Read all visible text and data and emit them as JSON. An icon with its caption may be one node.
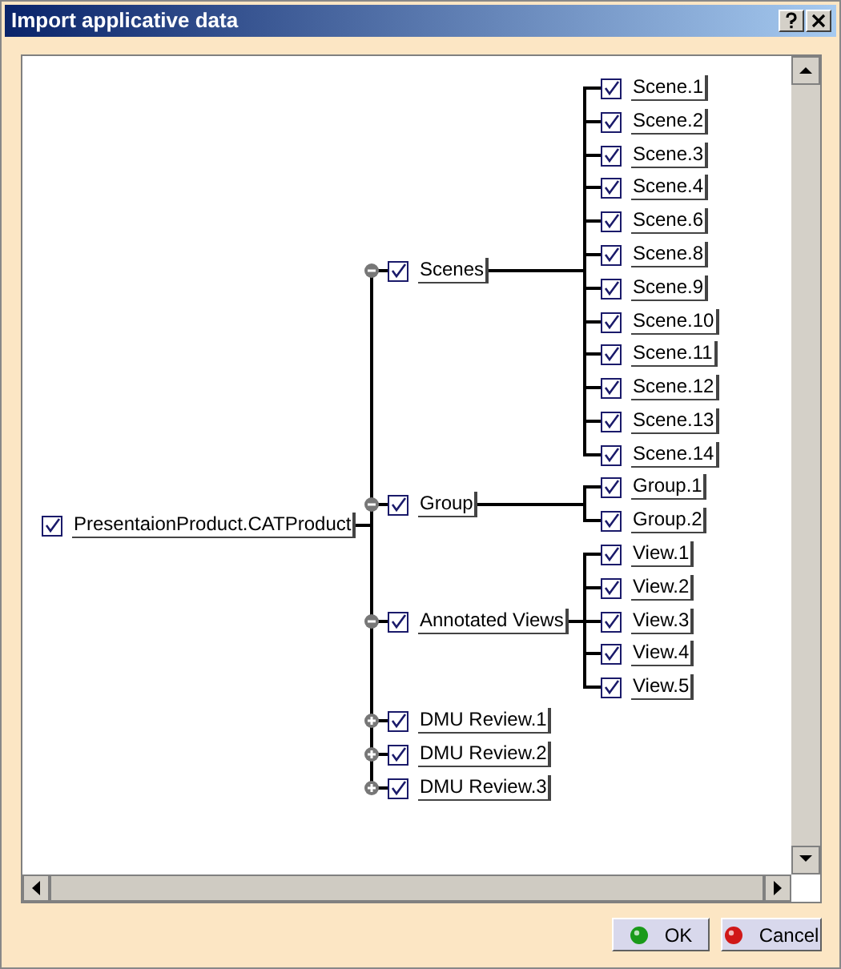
{
  "diagram": {
    "title": "Import applicative data",
    "nodes": [
      {
        "text": [
          "PresentaionProduct.CATProduct"
        ]
      },
      {
        "text": [
          "Scenes"
        ]
      },
      {
        "text": [
          "Scene.1"
        ]
      },
      {
        "text": [
          "Scene.2"
        ]
      },
      {
        "text": [
          "Scene.3"
        ]
      },
      {
        "text": [
          "Scene.4"
        ]
      },
      {
        "text": [
          "Scene.6"
        ]
      },
      {
        "text": [
          "Scene.8"
        ]
      },
      {
        "text": [
          "Scene.9"
        ]
      },
      {
        "text": [
          "Scene.10"
        ]
      },
      {
        "text": [
          "Scene.11"
        ]
      },
      {
        "text": [
          "Scene.12"
        ]
      },
      {
        "text": [
          "Scene.13"
        ]
      },
      {
        "text": [
          "Scene.14"
        ]
      },
      {
        "text": [
          "Group"
        ]
      },
      {
        "text": [
          "Group.1"
        ]
      },
      {
        "text": [
          "Group.2"
        ]
      },
      {
        "text": [
          "Annotated Views"
        ]
      },
      {
        "text": [
          "View.1"
        ]
      },
      {
        "text": [
          "View.2"
        ]
      },
      {
        "text": [
          "View.3"
        ]
      },
      {
        "text": [
          "View.4"
        ]
      },
      {
        "text": [
          "View.5"
        ]
      },
      {
        "text": [
          "DMU Review.1"
        ]
      },
      {
        "text": [
          "DMU Review.2"
        ]
      },
      {
        "text": [
          "DMU Review.3"
        ]
      }
    ],
    "edges": [
      {
        "from": 0,
        "to": 1,
        "arrow": "none"
      },
      {
        "from": 1,
        "to": 2,
        "arrow": "none"
      },
      {
        "from": 1,
        "to": 3,
        "arrow": "none"
      },
      {
        "from": 1,
        "to": 4,
        "arrow": "none"
      },
      {
        "from": 1,
        "to": 5,
        "arrow": "none"
      },
      {
        "from": 1,
        "to": 6,
        "arrow": "none"
      },
      {
        "from": 1,
        "to": 7,
        "arrow": "none"
      },
      {
        "from": 1,
        "to": 8,
        "arrow": "none"
      },
      {
        "from": 1,
        "to": 9,
        "arrow": "none"
      },
      {
        "from": 1,
        "to": 10,
        "arrow": "none"
      },
      {
        "from": 1,
        "to": 11,
        "arrow": "none"
      },
      {
        "from": 1,
        "to": 12,
        "arrow": "none"
      },
      {
        "from": 1,
        "to": 13,
        "arrow": "none"
      },
      {
        "from": 0,
        "to": 14,
        "arrow": "none"
      },
      {
        "from": 14,
        "to": 15,
        "arrow": "none"
      },
      {
        "from": 14,
        "to": 16,
        "arrow": "none"
      },
      {
        "from": 0,
        "to": 17,
        "arrow": "none"
      },
      {
        "from": 17,
        "to": 18,
        "arrow": "none"
      },
      {
        "from": 17,
        "to": 19,
        "arrow": "none"
      },
      {
        "from": 17,
        "to": 20,
        "arrow": "none"
      },
      {
        "from": 17,
        "to": 21,
        "arrow": "none"
      },
      {
        "from": 17,
        "to": 22,
        "arrow": "none"
      },
      {
        "from": 0,
        "to": 23,
        "arrow": "none"
      },
      {
        "from": 0,
        "to": 24,
        "arrow": "none"
      },
      {
        "from": 0,
        "to": 25,
        "arrow": "none"
      }
    ],
    "labels": [
      "OK",
      "Cancel"
    ]
  }
}
